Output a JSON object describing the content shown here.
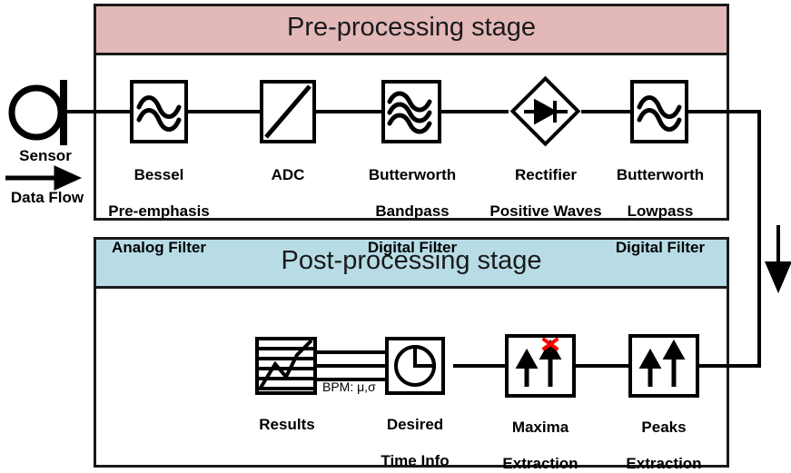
{
  "diagram": {
    "title_pre": "Pre-processing stage",
    "title_post": "Post-processing stage",
    "colors": {
      "pre_header": "#e3b8b8",
      "post_header": "#b7dce6",
      "outline": "#1a1a1a",
      "marker_red": "#ff0000"
    }
  },
  "source": {
    "sensor_label": "Sensor",
    "flow_label": "Data Flow"
  },
  "pre_stage": {
    "blocks": [
      {
        "id": "bessel",
        "icon": "double-wave-icon",
        "line1": "Bessel",
        "line2": "Pre-emphasis",
        "line3": "Analog Filter"
      },
      {
        "id": "adc",
        "icon": "adc-slash-icon",
        "line1": "ADC",
        "line2": "",
        "line3": ""
      },
      {
        "id": "bandpass",
        "icon": "triple-wave-icon",
        "line1": "Butterworth",
        "line2": "Bandpass",
        "line3": "Digital Filter"
      },
      {
        "id": "rectifier",
        "icon": "diode-icon",
        "line1": "Rectifier",
        "line2": "Positive Waves",
        "line3": ""
      },
      {
        "id": "lowpass",
        "icon": "double-wave-icon",
        "line1": "Butterworth",
        "line2": "Lowpass",
        "line3": "Digital Filter"
      }
    ]
  },
  "post_stage": {
    "blocks": [
      {
        "id": "results",
        "icon": "chart-sheet-icon",
        "line1": "Results",
        "line2": "",
        "line3": ""
      },
      {
        "id": "desired",
        "icon": "clock-pie-icon",
        "line1": "Desired",
        "line2": "Time Info",
        "line3": ""
      },
      {
        "id": "maxima",
        "icon": "two-arrows-x-icon",
        "line1": "Maxima",
        "line2": "Extraction",
        "line3": ""
      },
      {
        "id": "peaks",
        "icon": "two-arrows-icon",
        "line1": "Peaks",
        "line2": "Extraction",
        "line3": ""
      }
    ],
    "bus_label": "BPM: μ,σ"
  }
}
